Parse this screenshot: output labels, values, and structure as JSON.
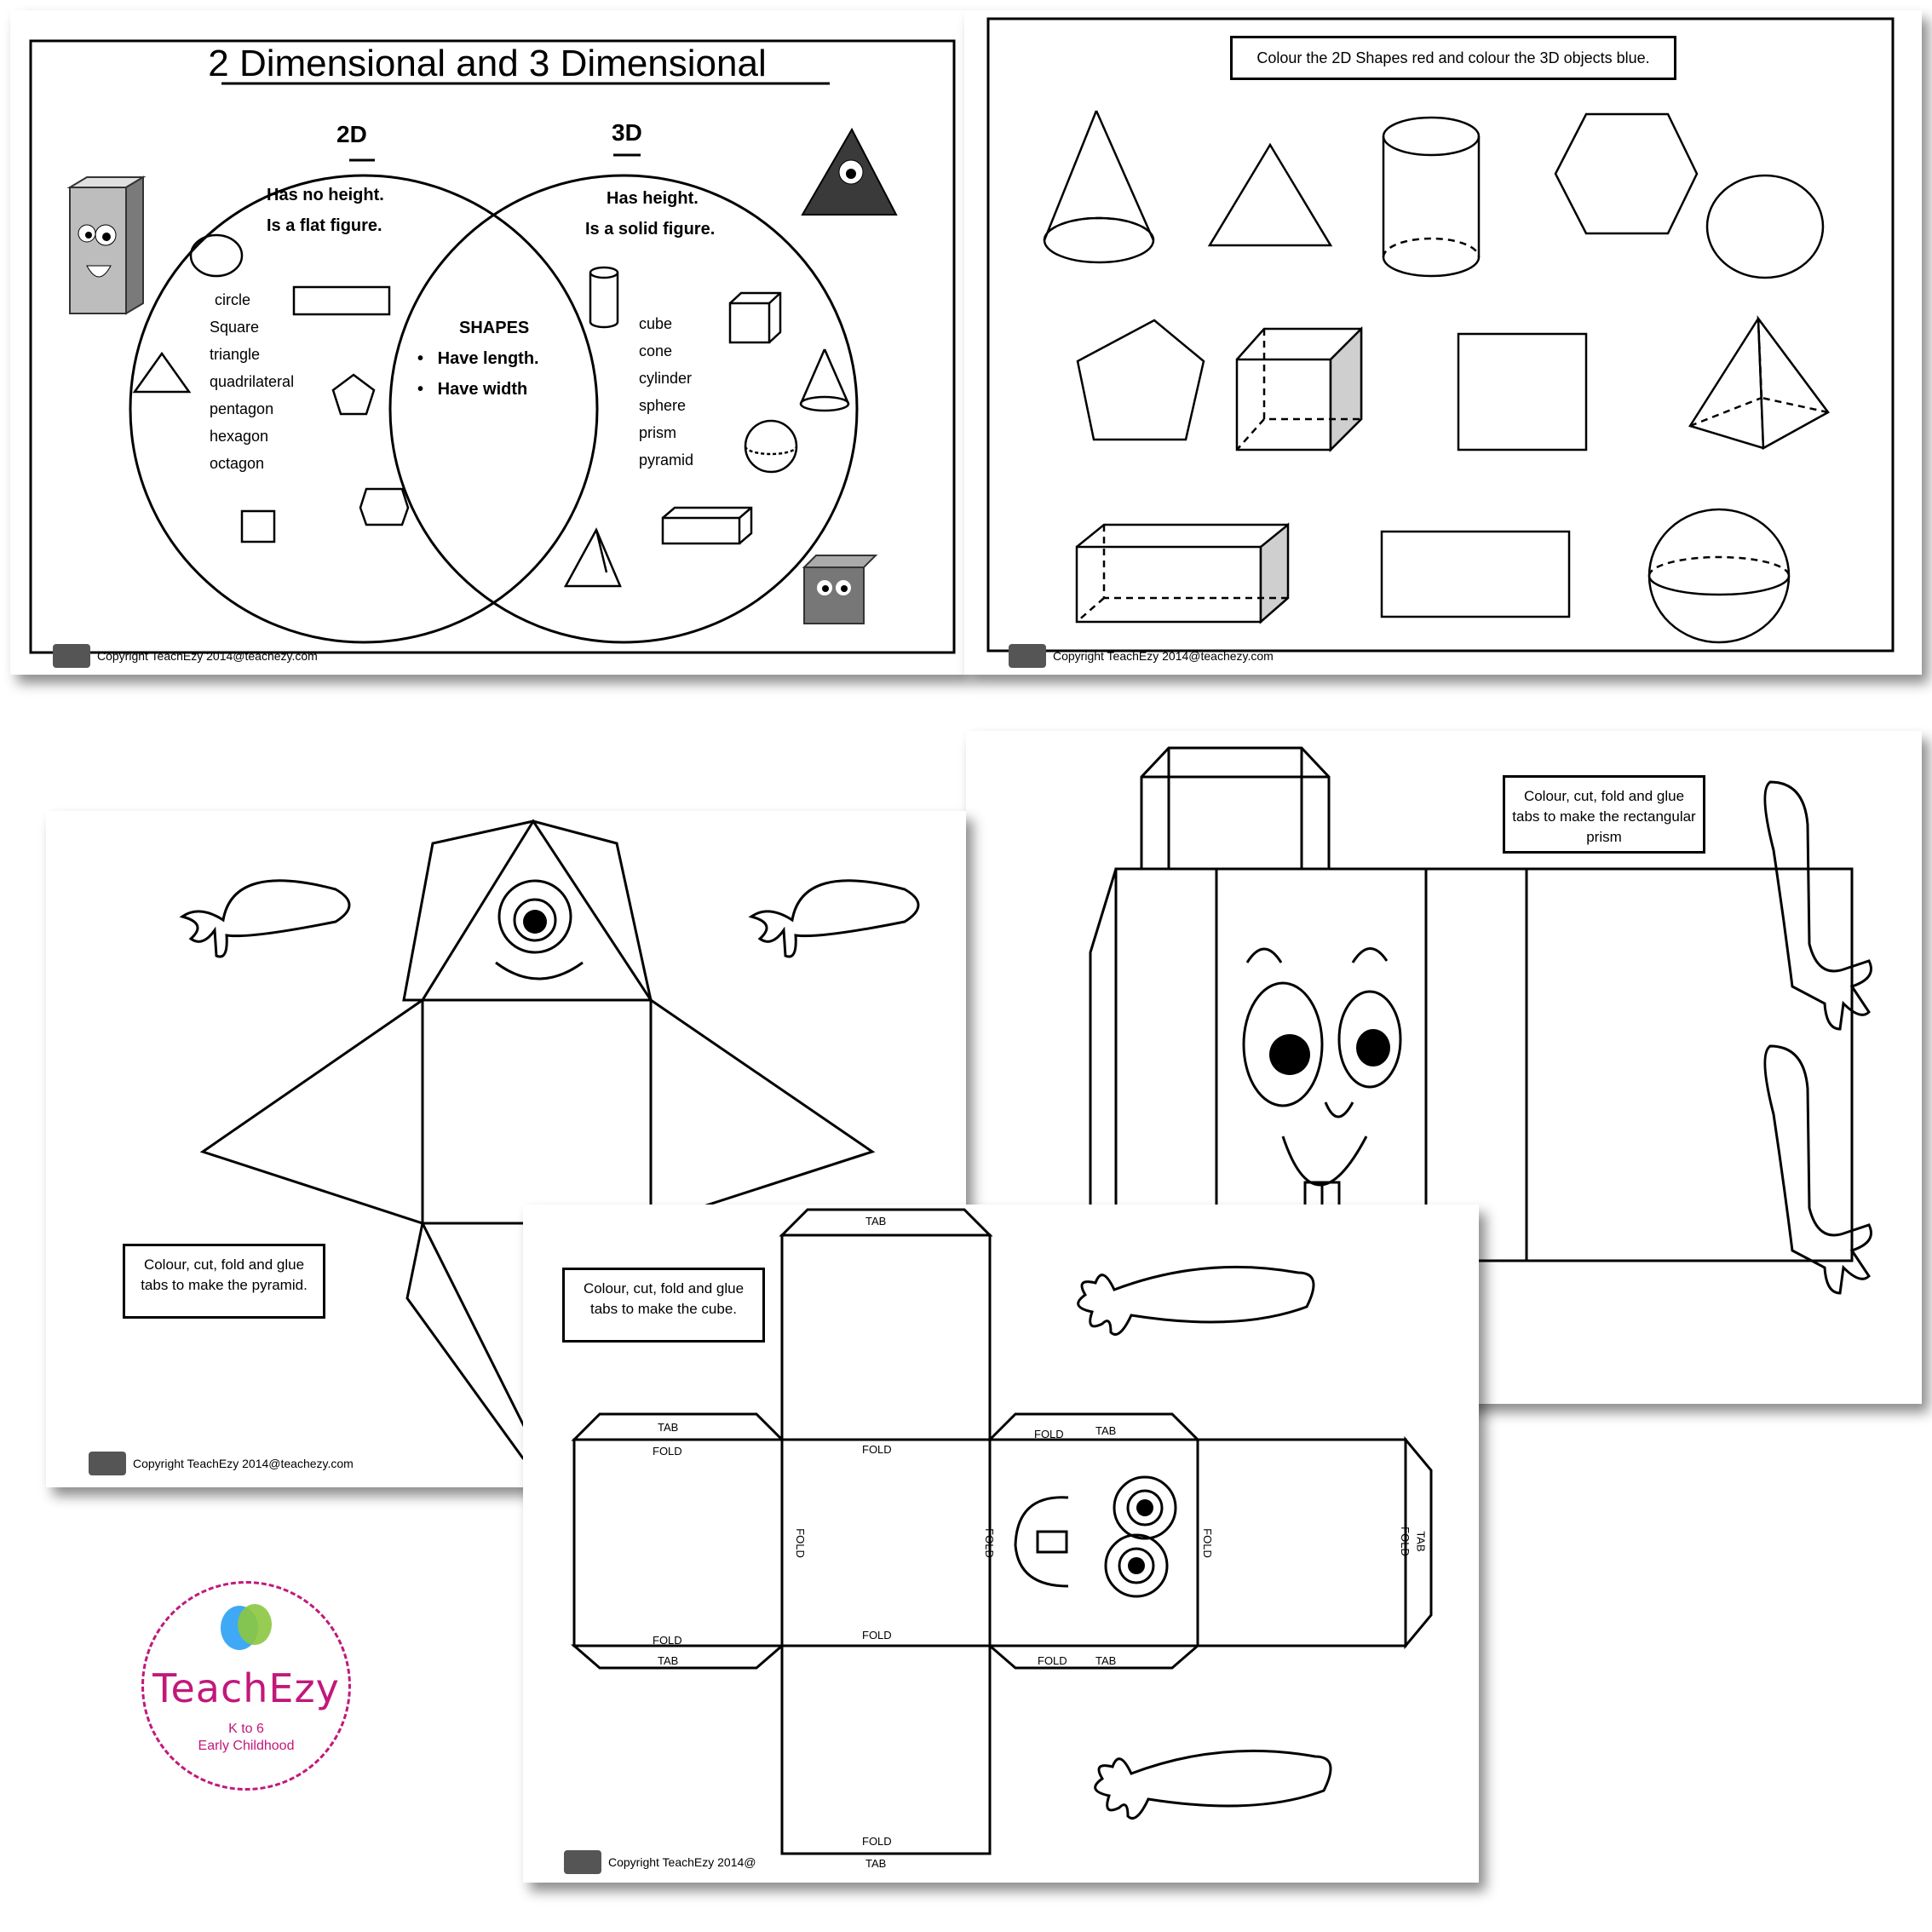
{
  "venn": {
    "title": "2 Dimensional and 3 Dimensional",
    "left_heading": "2D",
    "right_heading": "3D",
    "left_props": [
      "Has no height.",
      "Is a flat figure."
    ],
    "right_props": [
      "Has height.",
      "Is a solid figure."
    ],
    "center_title": "SHAPES",
    "center_items": [
      "Have length.",
      "Have width"
    ],
    "left_list": [
      "circle",
      "Square",
      "triangle",
      "quadrilateral",
      "pentagon",
      "hexagon",
      "octagon"
    ],
    "right_list": [
      "cube",
      "cone",
      "cylinder",
      "sphere",
      "prism",
      "pyramid"
    ],
    "copyright": "Copyright TeachEzy 2014@teachezy.com"
  },
  "colour_sheet": {
    "instruction": "Colour the 2D Shapes red and colour the 3D objects blue.",
    "copyright": "Copyright TeachEzy 2014@teachezy.com"
  },
  "pyramid_sheet": {
    "instruction": "Colour, cut, fold and glue tabs to make the pyramid.",
    "copyright": "Copyright TeachEzy 2014@teachezy.com"
  },
  "prism_sheet": {
    "instruction": "Colour, cut, fold and glue tabs to make the rectangular prism"
  },
  "cube_sheet": {
    "instruction": "Colour, cut, fold and glue tabs to make the cube.",
    "tab": "TAB",
    "fold": "FOLD",
    "copyright": "Copyright TeachEzy 2014@"
  },
  "logo": {
    "brand": "TeachEzy",
    "tagline1": "K to 6",
    "tagline2": "Early Childhood",
    "accent": "#c2187a"
  }
}
